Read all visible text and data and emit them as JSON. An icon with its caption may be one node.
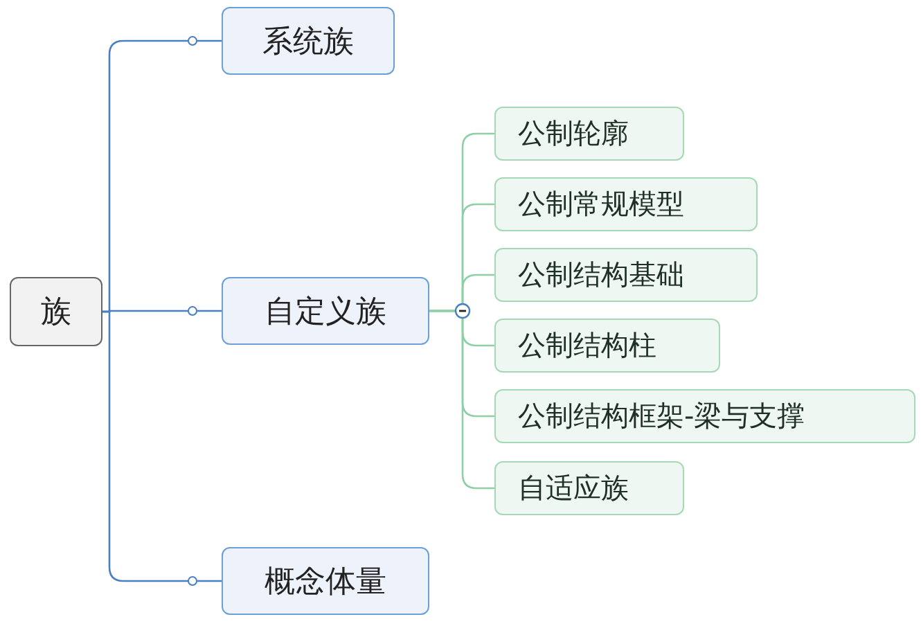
{
  "diagram": {
    "nodes": [
      {
        "text": [
          "族"
        ]
      },
      {
        "text": [
          "系统族"
        ]
      },
      {
        "text": [
          "自定义族"
        ]
      },
      {
        "text": [
          "概念体量"
        ]
      },
      {
        "text": [
          "公制轮廓"
        ]
      },
      {
        "text": [
          "公制常规模型"
        ]
      },
      {
        "text": [
          "公制结构基础"
        ]
      },
      {
        "text": [
          "公制结构柱"
        ]
      },
      {
        "text": [
          "公制结构框架-梁与支撑"
        ]
      },
      {
        "text": [
          "自适应族"
        ]
      }
    ],
    "edges": [
      {
        "from": 0,
        "to": 1,
        "arrow": "none",
        "color": "#4a7fc1"
      },
      {
        "from": 0,
        "to": 2,
        "arrow": "none",
        "color": "#4a7fc1"
      },
      {
        "from": 0,
        "to": 3,
        "arrow": "none",
        "color": "#4a7fc1"
      },
      {
        "from": 2,
        "to": 4,
        "arrow": "none"
      },
      {
        "from": 2,
        "to": 5,
        "arrow": "none"
      },
      {
        "from": 2,
        "to": 6,
        "arrow": "none"
      },
      {
        "from": 2,
        "to": 7,
        "arrow": "none"
      },
      {
        "from": 2,
        "to": 8,
        "arrow": "none"
      },
      {
        "from": 2,
        "to": 9,
        "arrow": "none"
      }
    ]
  }
}
